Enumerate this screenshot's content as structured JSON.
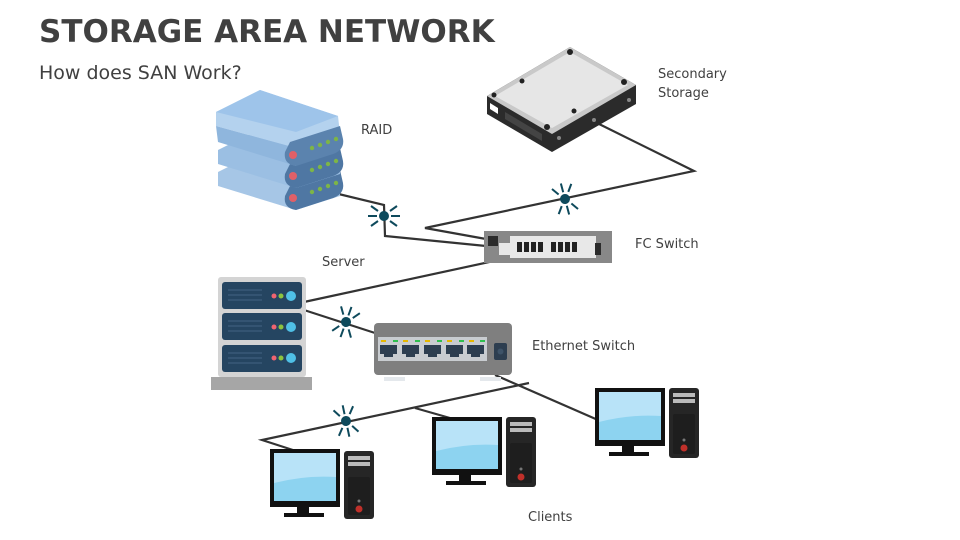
{
  "header": {
    "title": "STORAGE AREA NETWORK",
    "subtitle": "How does SAN Work?"
  },
  "nodes": {
    "raid": {
      "label": "RAID"
    },
    "secondary_storage": {
      "label_line1": "Secondary",
      "label_line2": "Storage"
    },
    "fc_switch": {
      "label": "FC Switch"
    },
    "server": {
      "label": "Server"
    },
    "ethernet_switch": {
      "label": "Ethernet Switch"
    },
    "clients": {
      "label": "Clients",
      "count": 3
    }
  },
  "colors": {
    "text": "#404040",
    "line": "#333333",
    "signal": "#0e4a5c",
    "raid_blue": "#8fb8e0",
    "server_panel": "#254561",
    "switch_gray": "#7f7f7f",
    "screen_blue": "#a9dcf5"
  }
}
